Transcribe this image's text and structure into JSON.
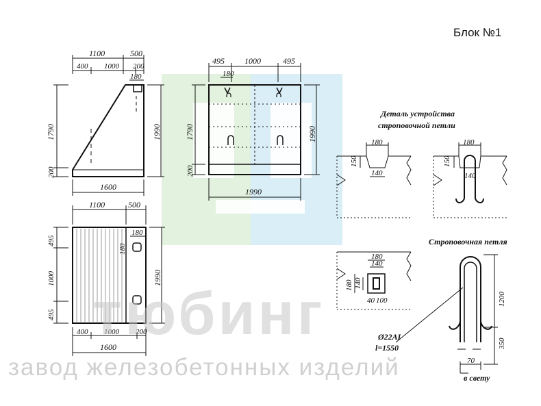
{
  "title": "Блок №1",
  "watermark": {
    "brand": "тюбинг",
    "tagline": "завод железобетонных изделий"
  },
  "colors": {
    "logo_green": "#cfe9c8",
    "logo_blue": "#bfe2f2",
    "ink": "#111111",
    "watermark": "#c8c8c8"
  },
  "side_view": {
    "top_total_left": "1100",
    "top_total_right": "500",
    "top_seg_a": "400",
    "top_seg_b": "1000",
    "top_seg_c": "200",
    "top_hook": "180",
    "left_height": "1790",
    "left_base": "200",
    "right_height": "1990",
    "bottom_width": "1600"
  },
  "front_view": {
    "top_a": "495",
    "top_b": "1000",
    "top_c": "495",
    "top_hook": "180",
    "left_height": "1790",
    "left_base": "200",
    "right_height": "1990",
    "bottom_width": "1990"
  },
  "plan_view": {
    "top_total_left": "1100",
    "top_total_right": "500",
    "hook": "180",
    "hook_v": "180",
    "left_a": "495",
    "left_b": "1000",
    "left_c": "495",
    "right_height": "1990",
    "bottom_a": "400",
    "bottom_b": "1000",
    "bottom_c": "200",
    "bottom_width": "1600"
  },
  "detail": {
    "title_line1": "Деталь устройства",
    "title_line2": "строповочной петли",
    "d1_top": "180",
    "d1_left": "150",
    "d1_bottom": "140",
    "d2_top": "180",
    "d2_left": "150",
    "d2_bottom": "140",
    "d3_top_a": "180",
    "d3_top_b": "140",
    "d3_left_a": "180",
    "d3_left_b": "140",
    "d3_bot_a": "40",
    "d3_bot_b": "100"
  },
  "loop": {
    "title": "Строповочная петля",
    "dim_right_top": "1200",
    "dim_right_bottom": "350",
    "spec_diameter": "Ø22AI",
    "spec_length": "l=1550",
    "bottom_dim": "70",
    "bottom_note": "в свету"
  }
}
